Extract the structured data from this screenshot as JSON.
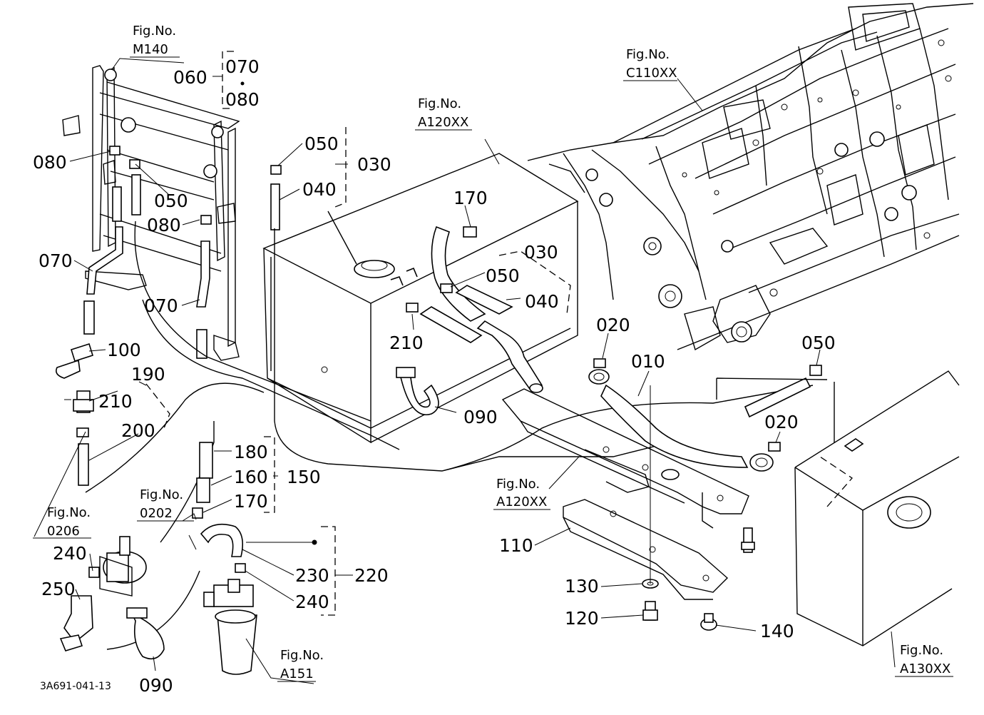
{
  "drawing_code": "3A691-041-13",
  "fig_refs": {
    "m140": {
      "title": "Fig.No.",
      "code": "M140"
    },
    "c110xx": {
      "title": "Fig.No.",
      "code": "C110XX"
    },
    "a120xx_top": {
      "title": "Fig.No.",
      "code": "A120XX"
    },
    "a120xx_mid": {
      "title": "Fig.No.",
      "code": "A120XX"
    },
    "f0206": {
      "title": "Fig.No.",
      "code": "0206"
    },
    "f0202": {
      "title": "Fig.No.",
      "code": "0202"
    },
    "a151": {
      "title": "Fig.No.",
      "code": "A151"
    },
    "a130xx": {
      "title": "Fig.No.",
      "code": "A130XX"
    }
  },
  "part_labels": {
    "p060": "060",
    "p070_group": "070",
    "p080_group": "080",
    "p080_a": "080",
    "p050_a": "050",
    "p080_b": "080",
    "p070_a": "070",
    "p070_b": "070",
    "p050_b": "050",
    "p030_a": "030",
    "p040_a": "040",
    "p100": "100",
    "p190": "190",
    "p210_a": "210",
    "p200": "200",
    "p170_a": "170",
    "p030_b": "030",
    "p050_c": "050",
    "p040_b": "040",
    "p210_b": "210",
    "p090_a": "090",
    "p020_a": "020",
    "p010": "010",
    "p050_d": "050",
    "p020_b": "020",
    "p180": "180",
    "p160": "160",
    "p150": "150",
    "p170_b": "170",
    "p240_a": "240",
    "p250": "250",
    "p090_b": "090",
    "p230": "230",
    "p220": "220",
    "p240_b": "240",
    "p110": "110",
    "p130": "130",
    "p120": "120",
    "p140": "140"
  }
}
